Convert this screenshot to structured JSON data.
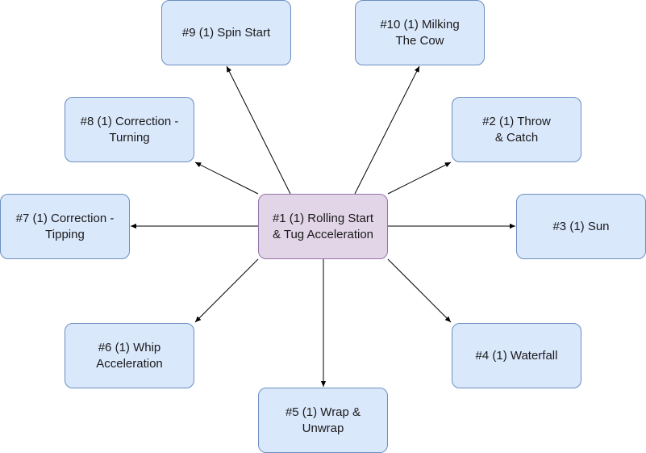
{
  "center": {
    "label": "#1 (1) Rolling Start\n& Tug Acceleration"
  },
  "nodes": [
    {
      "id": "n9",
      "label": "#9 (1) Spin Start"
    },
    {
      "id": "n10",
      "label": "#10 (1) Milking\nThe Cow"
    },
    {
      "id": "n8",
      "label": "#8 (1) Correction -\nTurning"
    },
    {
      "id": "n2",
      "label": "#2 (1) Throw\n& Catch"
    },
    {
      "id": "n7",
      "label": "#7 (1) Correction -\nTipping"
    },
    {
      "id": "n3",
      "label": "#3 (1) Sun"
    },
    {
      "id": "n6",
      "label": "#6 (1) Whip\nAcceleration"
    },
    {
      "id": "n4",
      "label": "#4 (1) Waterfall"
    },
    {
      "id": "n5",
      "label": "#5 (1) Wrap &\nUnwrap"
    }
  ],
  "colors": {
    "node_fill": "#dae8fc",
    "node_stroke": "#6c8ebf",
    "center_fill": "#e1d5e7",
    "center_stroke": "#9673a6",
    "edge": "#000000"
  }
}
